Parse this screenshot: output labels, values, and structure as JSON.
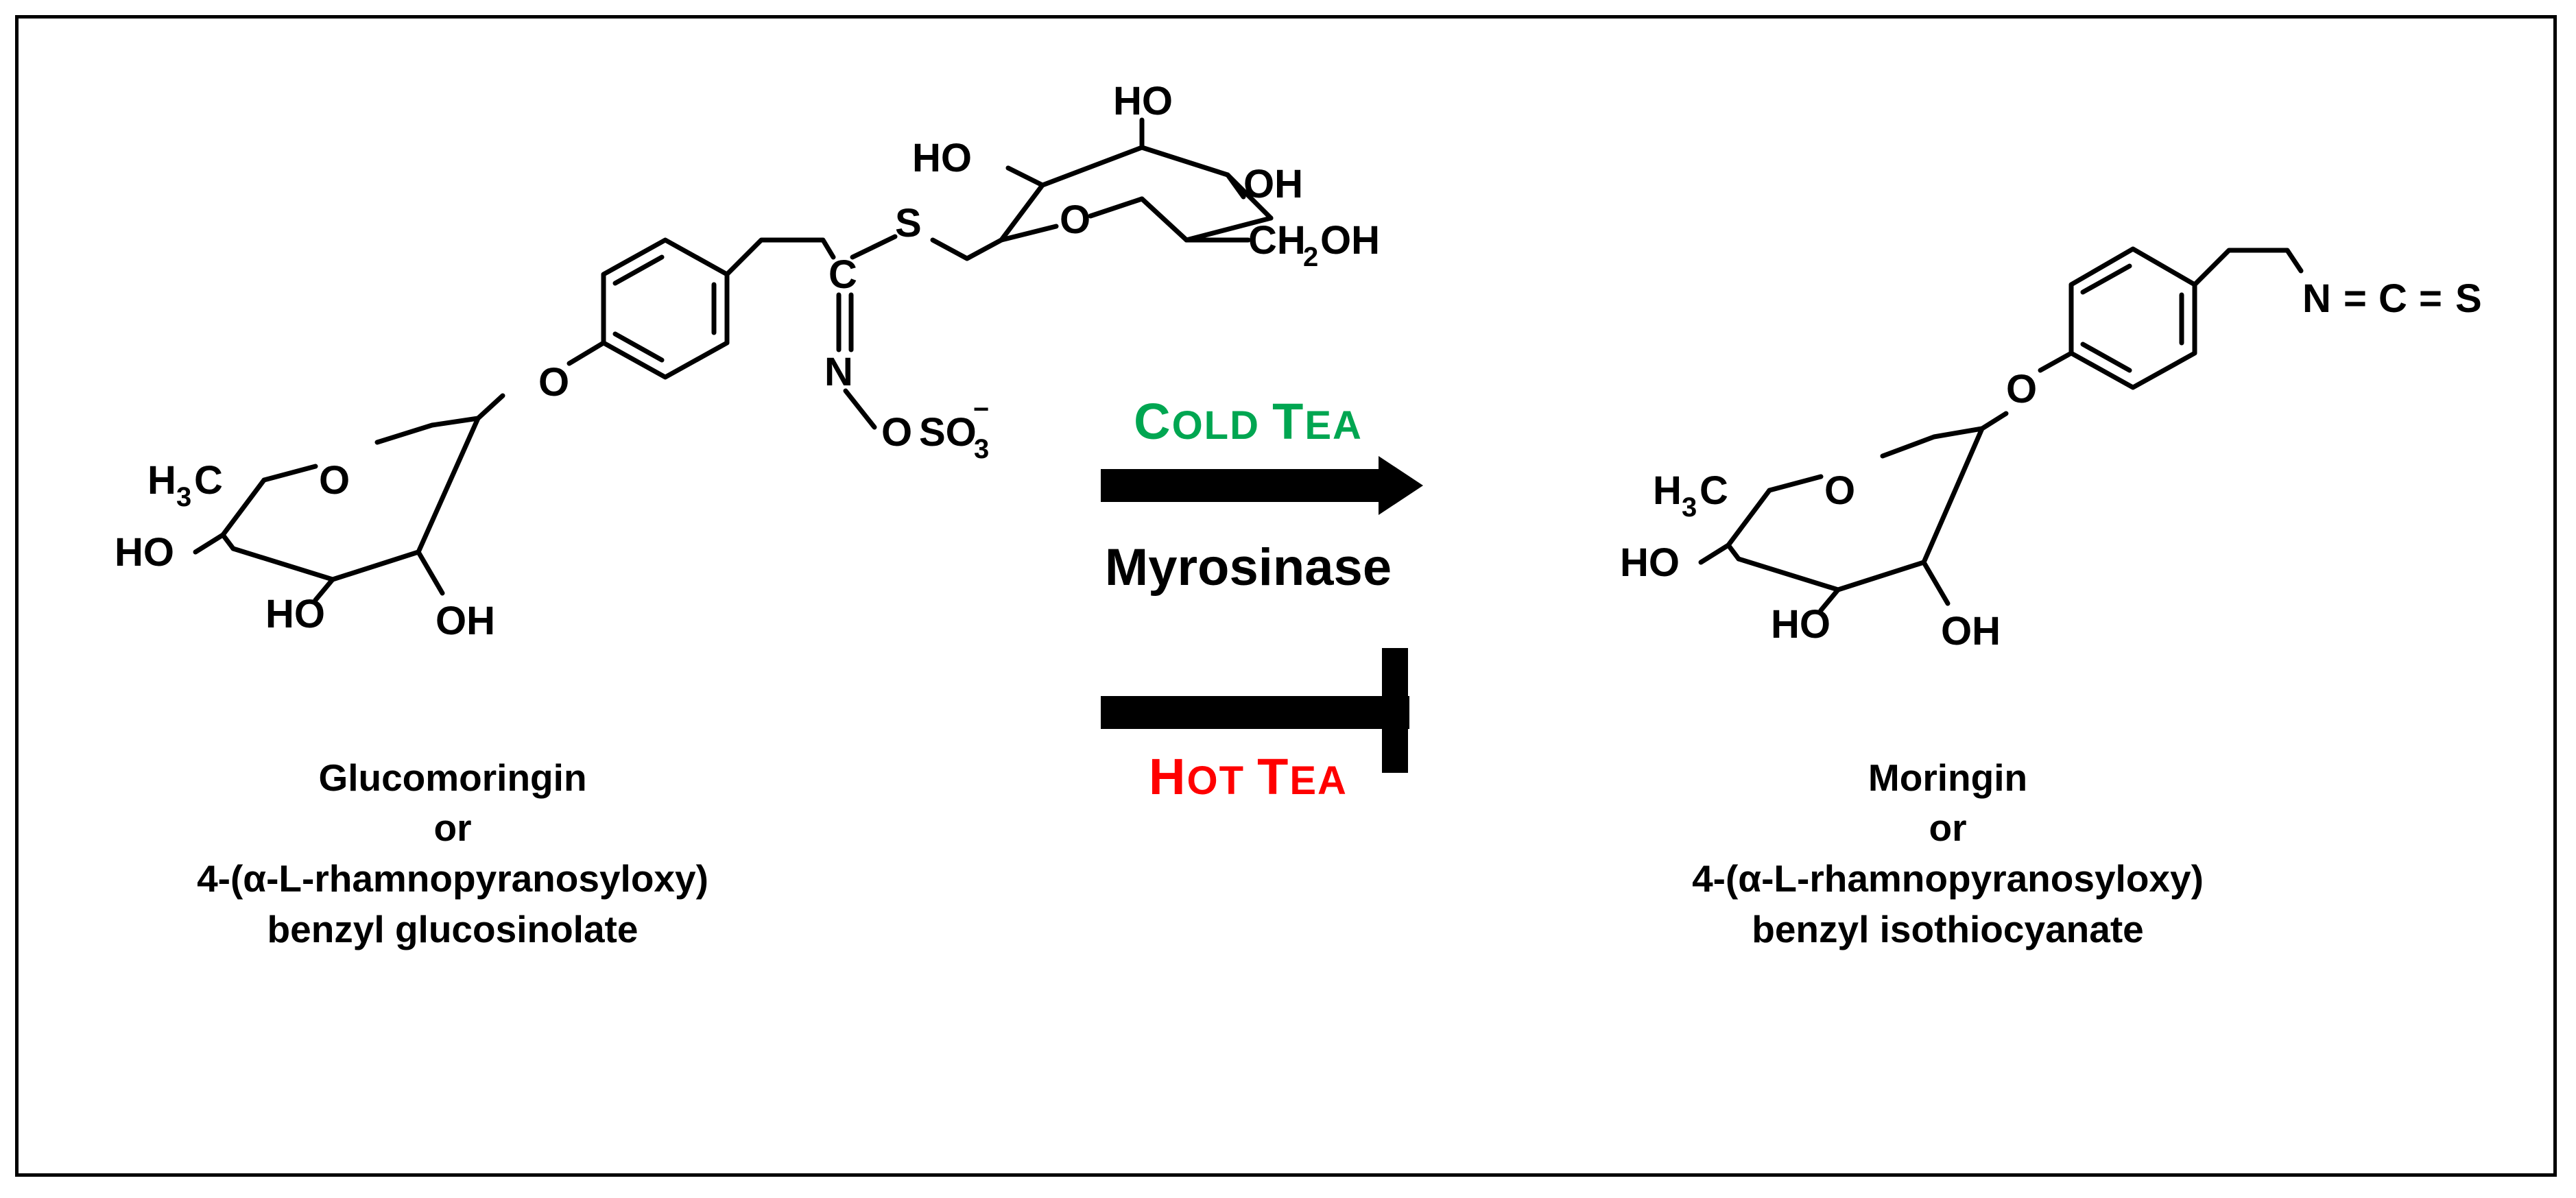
{
  "colors": {
    "cold": "#00a651",
    "hot": "#ff0000",
    "ink": "#000000"
  },
  "reactant": {
    "caption": [
      "Glucomoringin",
      "or",
      "4-(α-L-rhamnopyranosyloxy)",
      "benzyl glucosinolate"
    ],
    "atoms": {
      "ho": "HO",
      "oh": "OH",
      "o": "O",
      "s": "S",
      "c": "C",
      "n": "N",
      "ch2oh_ch": "CH",
      "ch2oh_sub": "2",
      "ch2oh_oh": "OH",
      "so3": "SO",
      "so3_sub": "3",
      "so3_charge": "−",
      "h3c_h": "H",
      "h3c_sub": "3",
      "h3c_c": "C"
    }
  },
  "conditions": {
    "cold_first_big": "C",
    "cold_rest_small": "OLD ",
    "cold_second_big": "T",
    "cold_second_small": "EA",
    "enzyme": "Myrosinase",
    "hot_first_big": "H",
    "hot_rest_small": "OT ",
    "hot_second_big": "T",
    "hot_second_small": "EA"
  },
  "product": {
    "caption": [
      "Moringin",
      "or",
      "4-(α-L-rhamnopyranosyloxy)",
      "benzyl isothiocyanate"
    ],
    "atoms": {
      "ho": "HO",
      "oh": "OH",
      "o": "O",
      "ncs_n": "N",
      "ncs_eq": "=",
      "ncs_c": "C",
      "ncs_s": "S",
      "h3c_h": "H",
      "h3c_sub": "3",
      "h3c_c": "C"
    }
  }
}
